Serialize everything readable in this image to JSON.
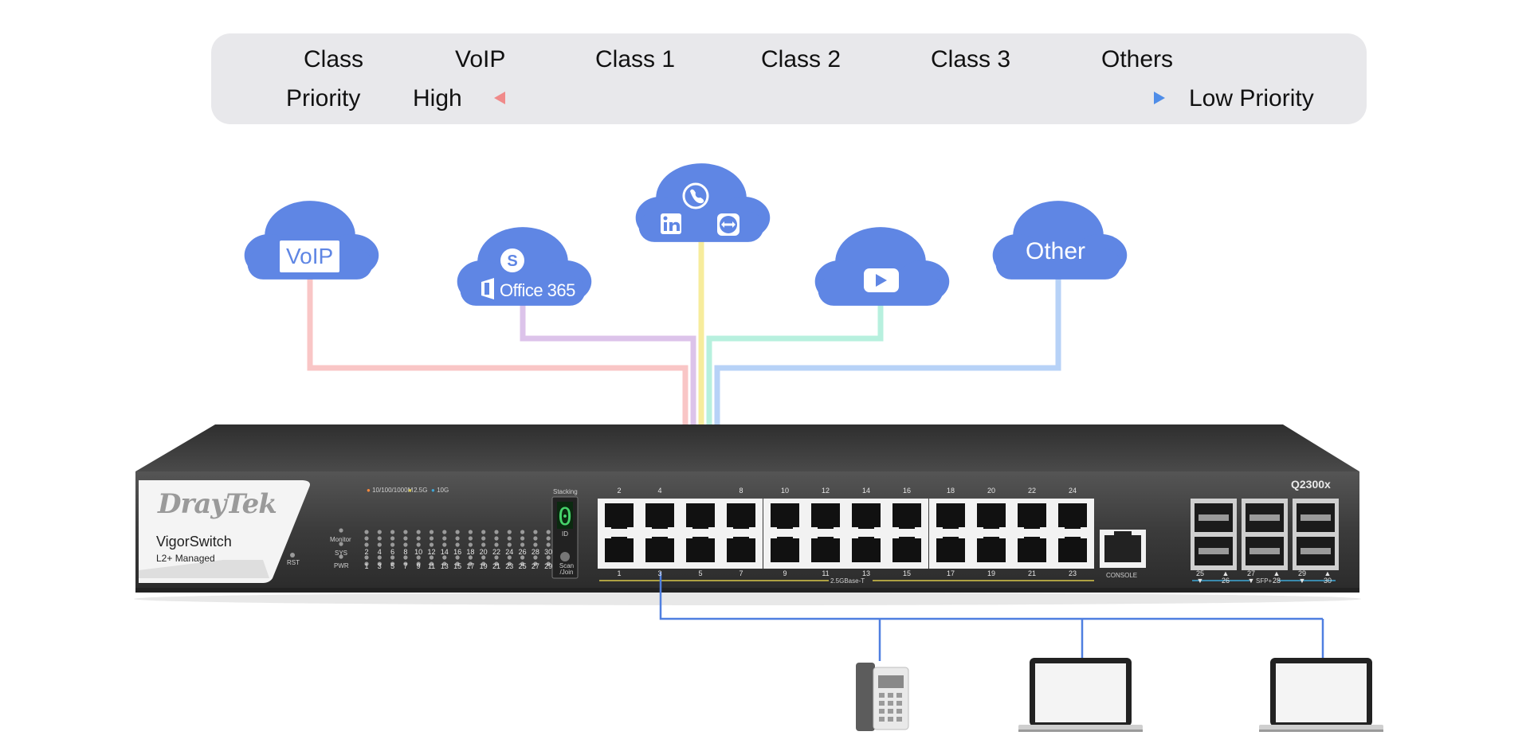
{
  "legend": {
    "class_header": "Class",
    "priority_header": "Priority",
    "classes": [
      "VoIP",
      "Class 1",
      "Class 2",
      "Class 3",
      "Others"
    ],
    "high_label": "High",
    "low_label": "Low Priority"
  },
  "clouds": {
    "voip_label": "VoIP",
    "office_label": "Office 365",
    "other_label": "Other"
  },
  "switch": {
    "brand": "DrayTek",
    "product_name": "VigorSwitch",
    "product_sub": "L2+ Managed",
    "model": "Q2300x",
    "led_legend": [
      "10/100/1000M",
      "2.5G",
      "10G"
    ],
    "status_labels": [
      "Monitor",
      "SYS",
      "PWR"
    ],
    "rst_label": "RST",
    "stacking_label": "Stacking",
    "id_label": "ID",
    "scan_label": "Scan /Join",
    "led_top_numbers": [
      "2",
      "4",
      "6",
      "8",
      "10",
      "12",
      "14",
      "16",
      "18",
      "20",
      "22",
      "24",
      "26",
      "28",
      "30"
    ],
    "led_bottom_numbers": [
      "1",
      "3",
      "5",
      "7",
      "9",
      "11",
      "13",
      "15",
      "17",
      "19",
      "21",
      "23",
      "25",
      "27",
      "29"
    ],
    "port_top_numbers": [
      "2",
      "4",
      "",
      "8",
      "10",
      "12",
      "14",
      "16",
      "18",
      "20",
      "22",
      "24"
    ],
    "port_bottom_numbers": [
      "1",
      "3",
      "5",
      "7",
      "9",
      "11",
      "13",
      "15",
      "17",
      "19",
      "21",
      "23"
    ],
    "console_label": "CONSOLE",
    "base_t_label": "2.5GBase-T",
    "sfp_label": "SFP+",
    "sfp_numbers": [
      "25 ▼",
      "▲ 26",
      "27 ▼",
      "▲ 28",
      "29 ▼",
      "▲ 30"
    ]
  },
  "colors": {
    "cloud": "#5f86e4",
    "voip_line": "#f9c6c6",
    "office_line": "#dcc3ea",
    "teams_line": "#f7ec9c",
    "youtube_line": "#b7f0de",
    "other_line": "#b7d2f7",
    "device_line": "#4f7fe0",
    "arrow_start": "#f08a8a",
    "arrow_end": "#4f8de8"
  }
}
